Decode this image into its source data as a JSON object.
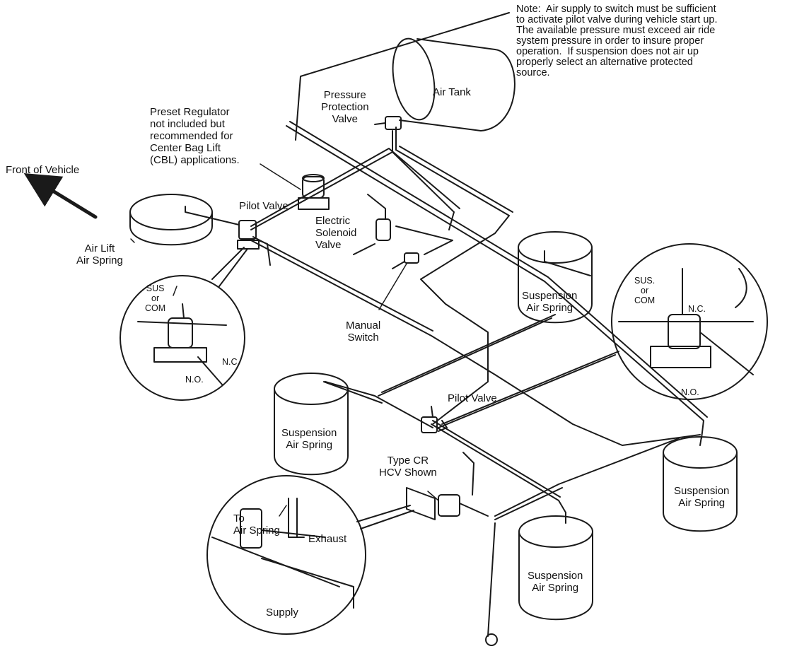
{
  "labels": {
    "note": "Note:  Air supply to switch must be sufficient\nto activate pilot valve during vehicle start up.\nThe available pressure must exceed air ride\nsystem pressure in order to insure proper\noperation.  If suspension does not air up\nproperly select an alternative protected\nsource.",
    "air_tank": "Air Tank",
    "pressure_protection_valve": "Pressure\nProtection\nValve",
    "preset_regulator": "Preset Regulator\nnot included but\nrecommended for\nCenter Bag Lift\n(CBL) applications.",
    "front_of_vehicle": "Front of Vehicle",
    "pilot_valve_top": "Pilot Valve",
    "air_lift_air_spring": "Air Lift\nAir Spring",
    "electric_solenoid_valve": "Electric\nSolenoid\nValve",
    "manual_switch": "Manual\nSwitch",
    "sus_or_com_left": "SUS\nor\nCOM",
    "nc_left": "N.C.",
    "no_left": "N.O.",
    "sus_or_com_right": "SUS.\nor\nCOM",
    "nc_right": "N.C.",
    "no_right": "N.O.",
    "suspension_air_spring_upper_right": "Suspension\nAir Spring",
    "suspension_air_spring_left": "Suspension\nAir Spring",
    "pilot_valve_center": "Pilot Valve",
    "type_cr_hcv": "Type CR\nHCV Shown",
    "suspension_air_spring_right": "Suspension\nAir Spring",
    "suspension_air_spring_bottom": "Suspension\nAir Spring",
    "to_air_spring": "To\nAir Spring",
    "exhaust": "Exhaust",
    "supply": "Supply"
  },
  "colors": {
    "line": "#1a1a1a",
    "background": "#ffffff"
  }
}
